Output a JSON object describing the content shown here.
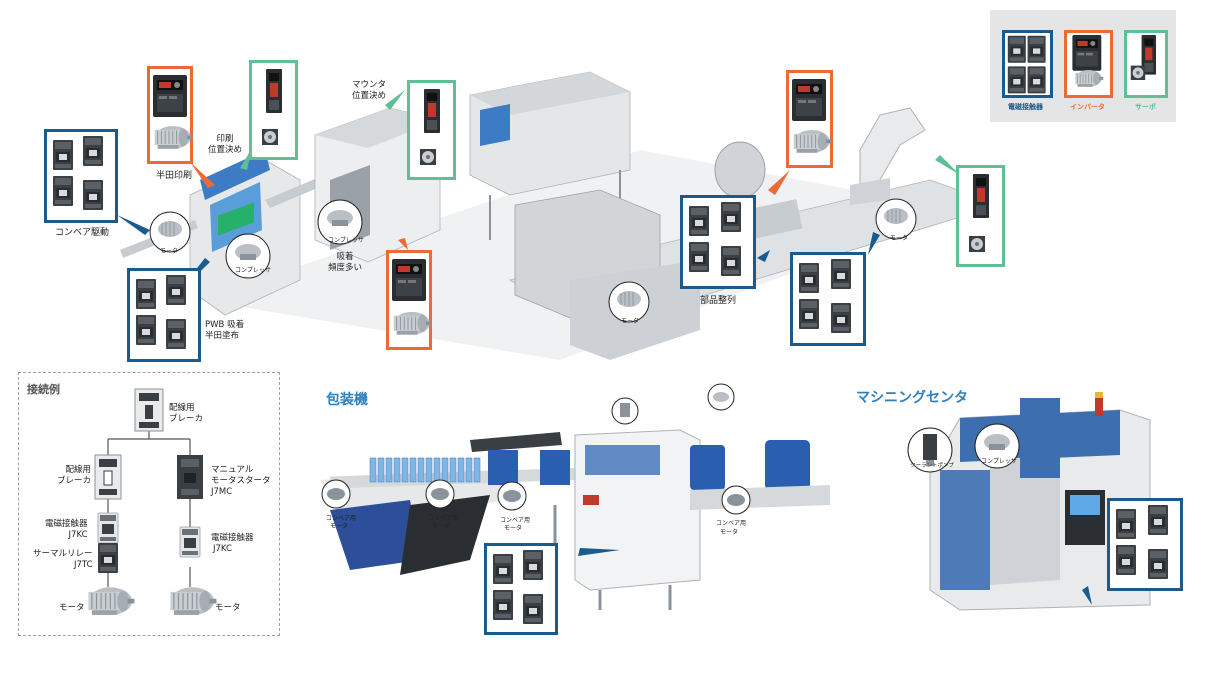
{
  "legend": {
    "items": [
      {
        "label": "電磁接触器",
        "color": "#1a5a8c"
      },
      {
        "label": "インバータ",
        "color": "#ec6a33"
      },
      {
        "label": "サーボ",
        "color": "#5fbf95"
      }
    ]
  },
  "colors": {
    "contactor": "#1a5a8c",
    "inverter": "#ec6a33",
    "servo": "#5fbf95",
    "section_title": "#2e7fbf"
  },
  "labels": {
    "conveyor_drive": "コンベア駆動",
    "solder_print": "半田印刷",
    "print_position_1": "印刷",
    "print_position_2": "位置決め",
    "mounter_1": "マウンタ",
    "mounter_2": "位置決め",
    "suction_1": "吸着",
    "suction_2": "頻度多い",
    "pwb_1": "PWB 吸着",
    "pwb_2": "半田塗布",
    "parts_sort": "部品整列",
    "motor": "モータ",
    "compressor": "コンプレッサ",
    "coolant_pump": "クーラントポンプ",
    "conveyor_motor_1": "コンベア用",
    "conveyor_motor_2": "モータ"
  },
  "sections": {
    "packaging": "包装機",
    "machining": "マシニングセンタ"
  },
  "connection": {
    "title": "接続例",
    "breaker_top_1": "配線用",
    "breaker_top_2": "ブレーカ",
    "breaker_left_1": "配線用",
    "breaker_left_2": "ブレーカ",
    "manual_starter_1": "マニュアル",
    "manual_starter_2": "モータスタータ",
    "manual_starter_3": "J7MC",
    "contactor_left_1": "電磁接触器",
    "contactor_left_2": "J7KC",
    "thermal_1": "サーマルリレー",
    "thermal_2": "J7TC",
    "contactor_right_1": "電磁接触器",
    "contactor_right_2": "J7KC",
    "motor_left": "モータ",
    "motor_right": "モータ"
  }
}
